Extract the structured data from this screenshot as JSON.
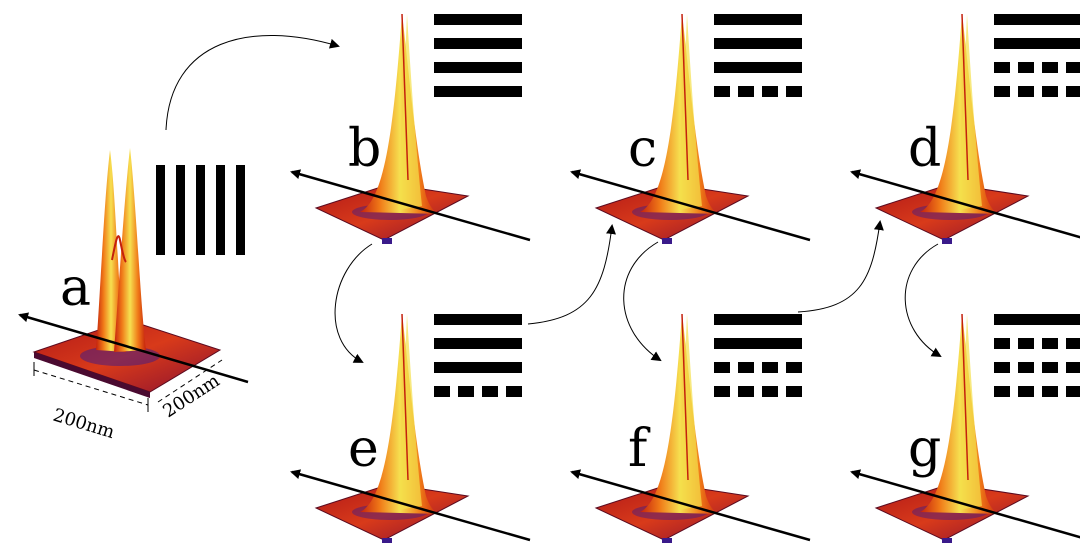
{
  "panels": [
    {
      "label": "a",
      "pattern": "vertical",
      "rows": [
        1,
        1,
        1,
        1
      ]
    },
    {
      "label": "b",
      "pattern": "horizontal",
      "rows": [
        1,
        1,
        1,
        1
      ]
    },
    {
      "label": "c",
      "pattern": "horizontal",
      "rows": [
        1,
        1,
        1,
        0
      ]
    },
    {
      "label": "d",
      "pattern": "horizontal",
      "rows": [
        1,
        1,
        0,
        0
      ]
    },
    {
      "label": "e",
      "pattern": "horizontal",
      "rows": [
        1,
        1,
        1,
        0
      ]
    },
    {
      "label": "f",
      "pattern": "horizontal",
      "rows": [
        1,
        1,
        0,
        0
      ]
    },
    {
      "label": "g",
      "pattern": "horizontal",
      "rows": [
        1,
        0,
        0,
        0
      ]
    }
  ],
  "dimensions": {
    "width_label": "200nm",
    "depth_label": "200nm"
  },
  "colors": {
    "peak_core": "#f4e04a",
    "peak_mid": "#f08a1a",
    "peak_edge": "#d42a10",
    "base_dark": "#6a1030",
    "base_shadow": "#3a1a8a",
    "ink": "#000000"
  }
}
